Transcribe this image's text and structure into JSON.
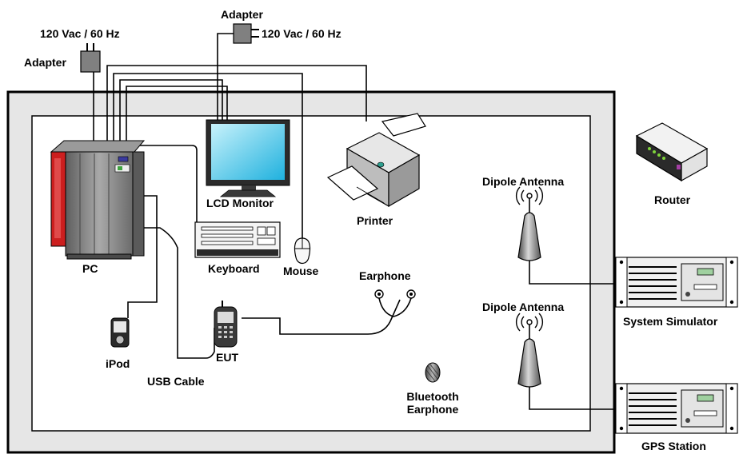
{
  "labels": {
    "power_left": "120 Vac / 60 Hz",
    "adapter_left": "Adapter",
    "adapter_top": "Adapter",
    "power_top": "120 Vac / 60 Hz",
    "pc": "PC",
    "lcd_monitor": "LCD Monitor",
    "keyboard": "Keyboard",
    "mouse": "Mouse",
    "printer": "Printer",
    "router": "Router",
    "dipole_antenna_1": "Dipole Antenna",
    "dipole_antenna_2": "Dipole Antenna",
    "system_simulator": "System Simulator",
    "gps_station": "GPS Station",
    "earphone": "Earphone",
    "bluetooth_line1": "Bluetooth",
    "bluetooth_line2": "Earphone",
    "ipod": "iPod",
    "eut": "EUT",
    "usb_cable": "USB Cable"
  },
  "colors": {
    "outer_frame": "#e6e6e6",
    "pc_body": "#7f7f7f",
    "pc_accent": "#cc1f1f",
    "monitor_screen": "#35c6e8",
    "router_accent": "#7fd43b",
    "cable": "#000000"
  },
  "icons": [
    "pc-tower-icon",
    "lcd-monitor-icon",
    "keyboard-icon",
    "mouse-icon",
    "printer-icon",
    "router-icon",
    "antenna-icon",
    "rack-unit-icon",
    "earphone-icon",
    "bluetooth-earphone-icon",
    "ipod-icon",
    "phone-icon",
    "adapter-icon"
  ]
}
